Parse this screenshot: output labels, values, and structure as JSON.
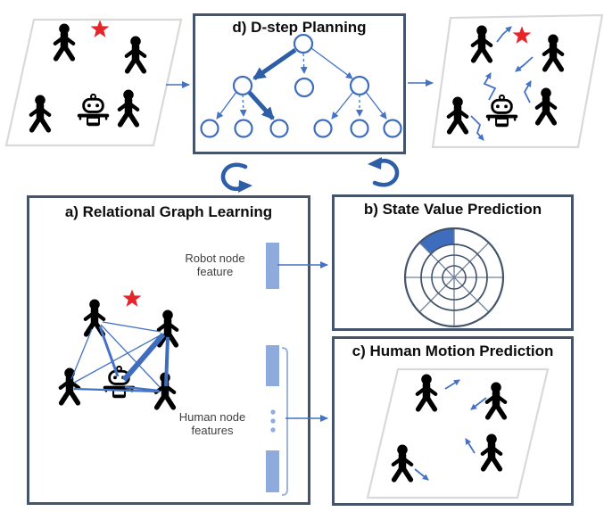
{
  "panels": {
    "planning": {
      "title": "d) D-step Planning"
    },
    "graph_learning": {
      "title": "a) Relational Graph Learning",
      "robot_feature_label": "Robot node feature",
      "human_feature_label": "Human node features"
    },
    "value_prediction": {
      "title": "b) State Value Prediction"
    },
    "motion_prediction": {
      "title": "c) Human Motion Prediction"
    }
  },
  "icons": {
    "person": "person-icon",
    "robot": "robot-icon",
    "goal": "star-icon",
    "cycle": "cycle-arrow-icon",
    "ellipsis": "vertical-ellipsis-icon"
  },
  "colors": {
    "accent_blue": "#4472C4",
    "thick_edge_blue": "#3E6DBE",
    "cycle_arrow_blue": "#2E5EA6",
    "feature_rect_blue": "#8FAADC",
    "panel_border": "#44546A",
    "goal_star_red": "#E8242B",
    "value_sector_fill": "#3E6DBE",
    "figure_black": "#000000",
    "scene_outline_gray": "#D9D9D9"
  }
}
